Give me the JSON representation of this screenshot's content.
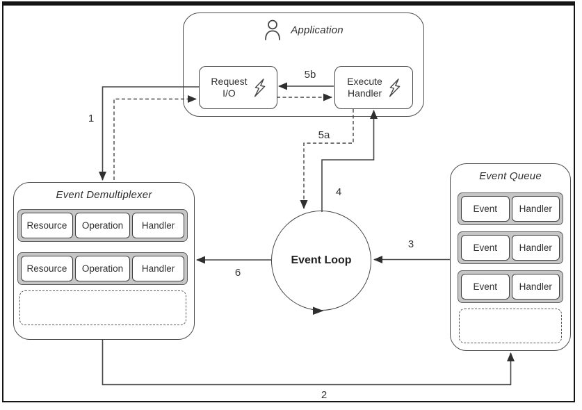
{
  "application": {
    "title": "Application",
    "request_io": {
      "line1": "Request",
      "line2": "I/O"
    },
    "execute_handler": {
      "line1": "Execute",
      "line2": "Handler"
    }
  },
  "demultiplexer": {
    "title": "Event Demultiplexer",
    "rows": [
      {
        "cells": [
          "Resource",
          "Operation",
          "Handler"
        ]
      },
      {
        "cells": [
          "Resource",
          "Operation",
          "Handler"
        ]
      }
    ]
  },
  "event_loop": {
    "label": "Event Loop"
  },
  "event_queue": {
    "title": "Event Queue",
    "rows": [
      {
        "cells": [
          "Event",
          "Handler"
        ]
      },
      {
        "cells": [
          "Event",
          "Handler"
        ]
      },
      {
        "cells": [
          "Event",
          "Handler"
        ]
      }
    ]
  },
  "arrows": {
    "n1": "1",
    "n2": "2",
    "n3": "3",
    "n4": "4",
    "n5a": "5a",
    "n5b": "5b",
    "n6": "6"
  },
  "icons": {
    "user": "user-icon",
    "lightning": "lightning-icon"
  },
  "colors": {
    "line": "#454545",
    "row_fill": "#c6c6c6",
    "frame": "#141414",
    "text": "#333333"
  }
}
